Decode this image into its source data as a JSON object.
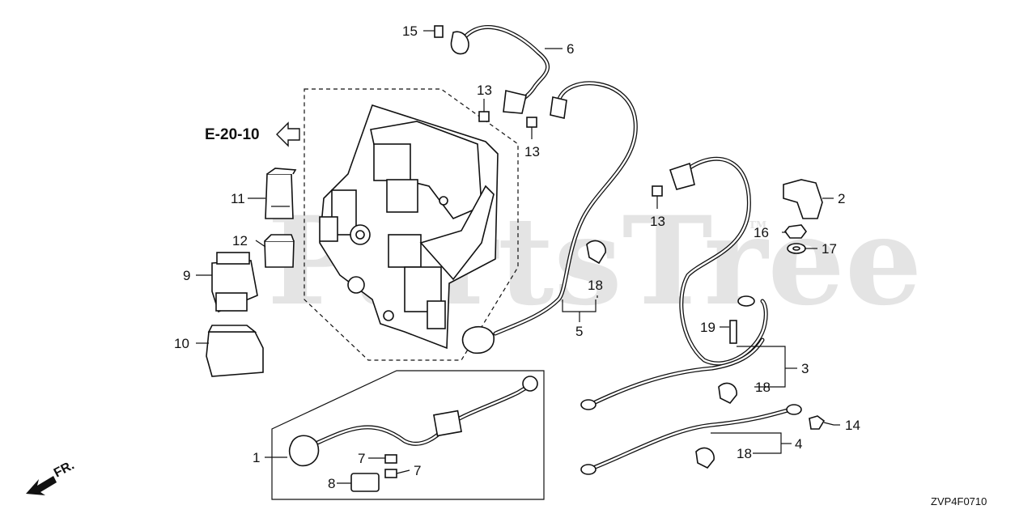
{
  "reference": {
    "label": "E-20-10"
  },
  "direction": {
    "label": "FR."
  },
  "diagram_code": "ZVP4F0710",
  "watermark": {
    "line1": "PartsTree",
    "tm": "TM"
  },
  "callouts": {
    "c1": "1",
    "c2": "2",
    "c3": "3",
    "c4": "4",
    "c5": "5",
    "c6": "6",
    "c7a": "7",
    "c7b": "7",
    "c8": "8",
    "c9": "9",
    "c10": "10",
    "c11": "11",
    "c12": "12",
    "c13a": "13",
    "c13b": "13",
    "c13c": "13",
    "c14": "14",
    "c15": "15",
    "c16": "16",
    "c17": "17",
    "c18a": "18",
    "c18b": "18",
    "c18c": "18",
    "c19": "19"
  },
  "icons": {
    "reference_arrow": "hollow-left-arrow-icon",
    "front_arrow": "front-direction-arrow-icon"
  }
}
